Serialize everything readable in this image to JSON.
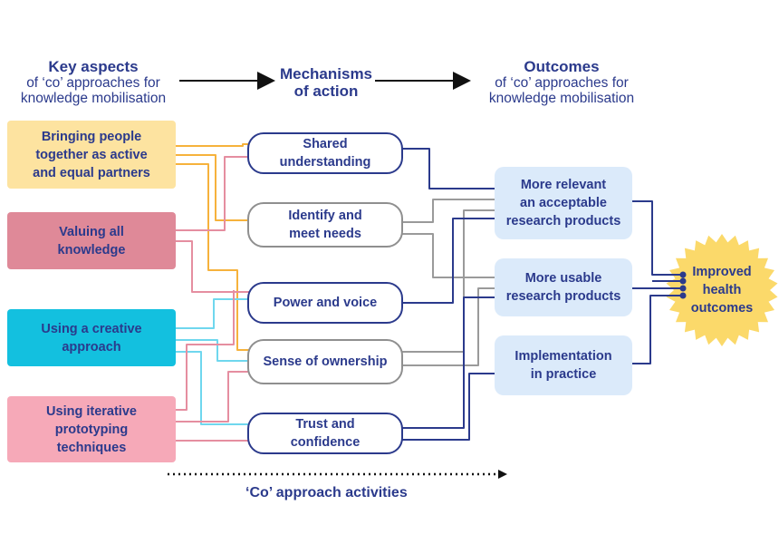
{
  "headers": {
    "key_aspects": {
      "title": "Key aspects",
      "line1": "of ‘co’ approaches for",
      "line2": "knowledge mobilisation"
    },
    "mechanisms": {
      "line1": "Mechanisms",
      "line2": "of action"
    },
    "outcomes": {
      "title": "Outcomes",
      "line1": "of ‘co’ approaches for",
      "line2": "knowledge mobilisation"
    }
  },
  "aspects": [
    {
      "line1": "Bringing people",
      "line2": "together as active",
      "line3": "and equal partners",
      "color": "#fde3a0"
    },
    {
      "line1": "Valuing all",
      "line2": "knowledge",
      "color": "#df8998"
    },
    {
      "line1": "Using a creative",
      "line2": "approach",
      "color": "#13c0df"
    },
    {
      "line1": "Using iterative",
      "line2": "prototyping",
      "line3": "techniques",
      "color": "#f6a9b8"
    }
  ],
  "mechanisms": [
    {
      "line1": "Shared",
      "line2": "understanding"
    },
    {
      "line1": "Identify and",
      "line2": "meet needs"
    },
    {
      "line1": "Power and voice"
    },
    {
      "line1": "Sense of ownership"
    },
    {
      "line1": "Trust and",
      "line2": "confidence"
    }
  ],
  "outcomes": [
    {
      "line1": "More relevant",
      "line2": "an acceptable",
      "line3": "research products"
    },
    {
      "line1": "More usable",
      "line2": "research products"
    },
    {
      "line1": "Implementation",
      "line2": "in practice"
    }
  ],
  "final": {
    "line1": "Improved",
    "line2": "health",
    "line3": "outcomes"
  },
  "footer": "‘Co’ approach activities",
  "colors": {
    "navy": "#2b3a8c",
    "orange": "#f6b23c",
    "pink": "#e58ea0",
    "cyan": "#6fd7ee",
    "gray": "#9a9a9a",
    "outcome_fill": "#dbeafa",
    "sun": "#fbd96a"
  }
}
